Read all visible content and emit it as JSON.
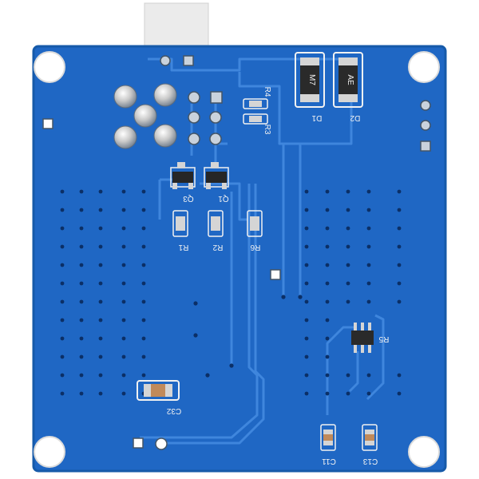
{
  "board": {
    "colors": {
      "board": "#1f67c4",
      "board_edge": "#165aa9",
      "trace": "#3f86dd",
      "pad": "#d5d5d5",
      "silkscreen": "#f2f2f2",
      "via": "#0b2f66",
      "hole": "#ffffff",
      "connector": "#ebebeb"
    },
    "labels": {
      "d1": "D1",
      "d2": "D2",
      "d1_marking": "M7",
      "d2_marking": "AE",
      "r1": "R1",
      "r2": "R2",
      "r3": "R3",
      "r4": "R4",
      "r5": "R5",
      "r6": "R6",
      "q1": "Q1",
      "q3": "Q3",
      "c11": "C11",
      "c13": "C13",
      "c32": "C32"
    }
  }
}
